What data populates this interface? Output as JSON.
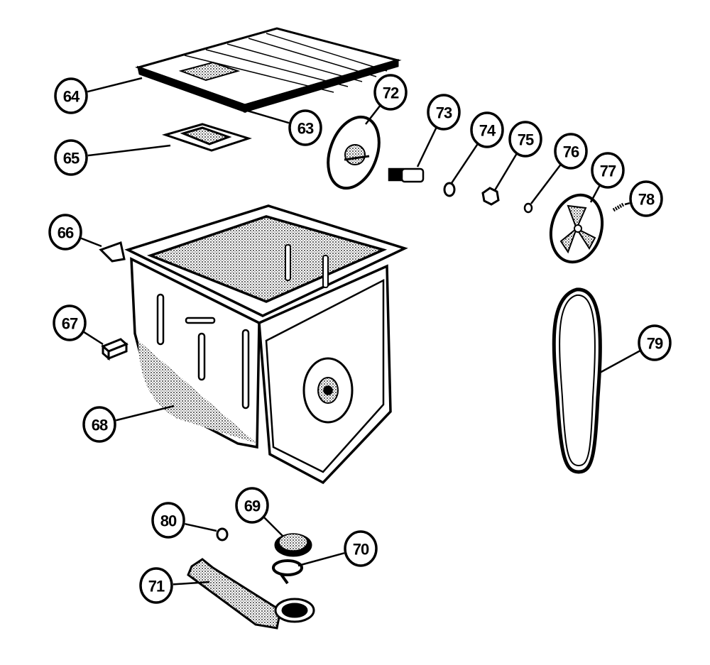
{
  "diagram": {
    "type": "exploded-parts-view",
    "ink_color": "#000000",
    "background_color": "#ffffff",
    "callouts": [
      {
        "id": "64",
        "part": "lid"
      },
      {
        "id": "63",
        "part": "lid-edge"
      },
      {
        "id": "65",
        "part": "lid-plate"
      },
      {
        "id": "72",
        "part": "seal-disc"
      },
      {
        "id": "73",
        "part": "shaft"
      },
      {
        "id": "74",
        "part": "washer"
      },
      {
        "id": "75",
        "part": "nut"
      },
      {
        "id": "76",
        "part": "small-washer"
      },
      {
        "id": "77",
        "part": "pulley"
      },
      {
        "id": "78",
        "part": "screw"
      },
      {
        "id": "66",
        "part": "clip"
      },
      {
        "id": "67",
        "part": "block"
      },
      {
        "id": "68",
        "part": "tub"
      },
      {
        "id": "79",
        "part": "belt"
      },
      {
        "id": "80",
        "part": "hose-clip"
      },
      {
        "id": "69",
        "part": "filter"
      },
      {
        "id": "70",
        "part": "clamp"
      },
      {
        "id": "71",
        "part": "drain-hose"
      }
    ]
  }
}
